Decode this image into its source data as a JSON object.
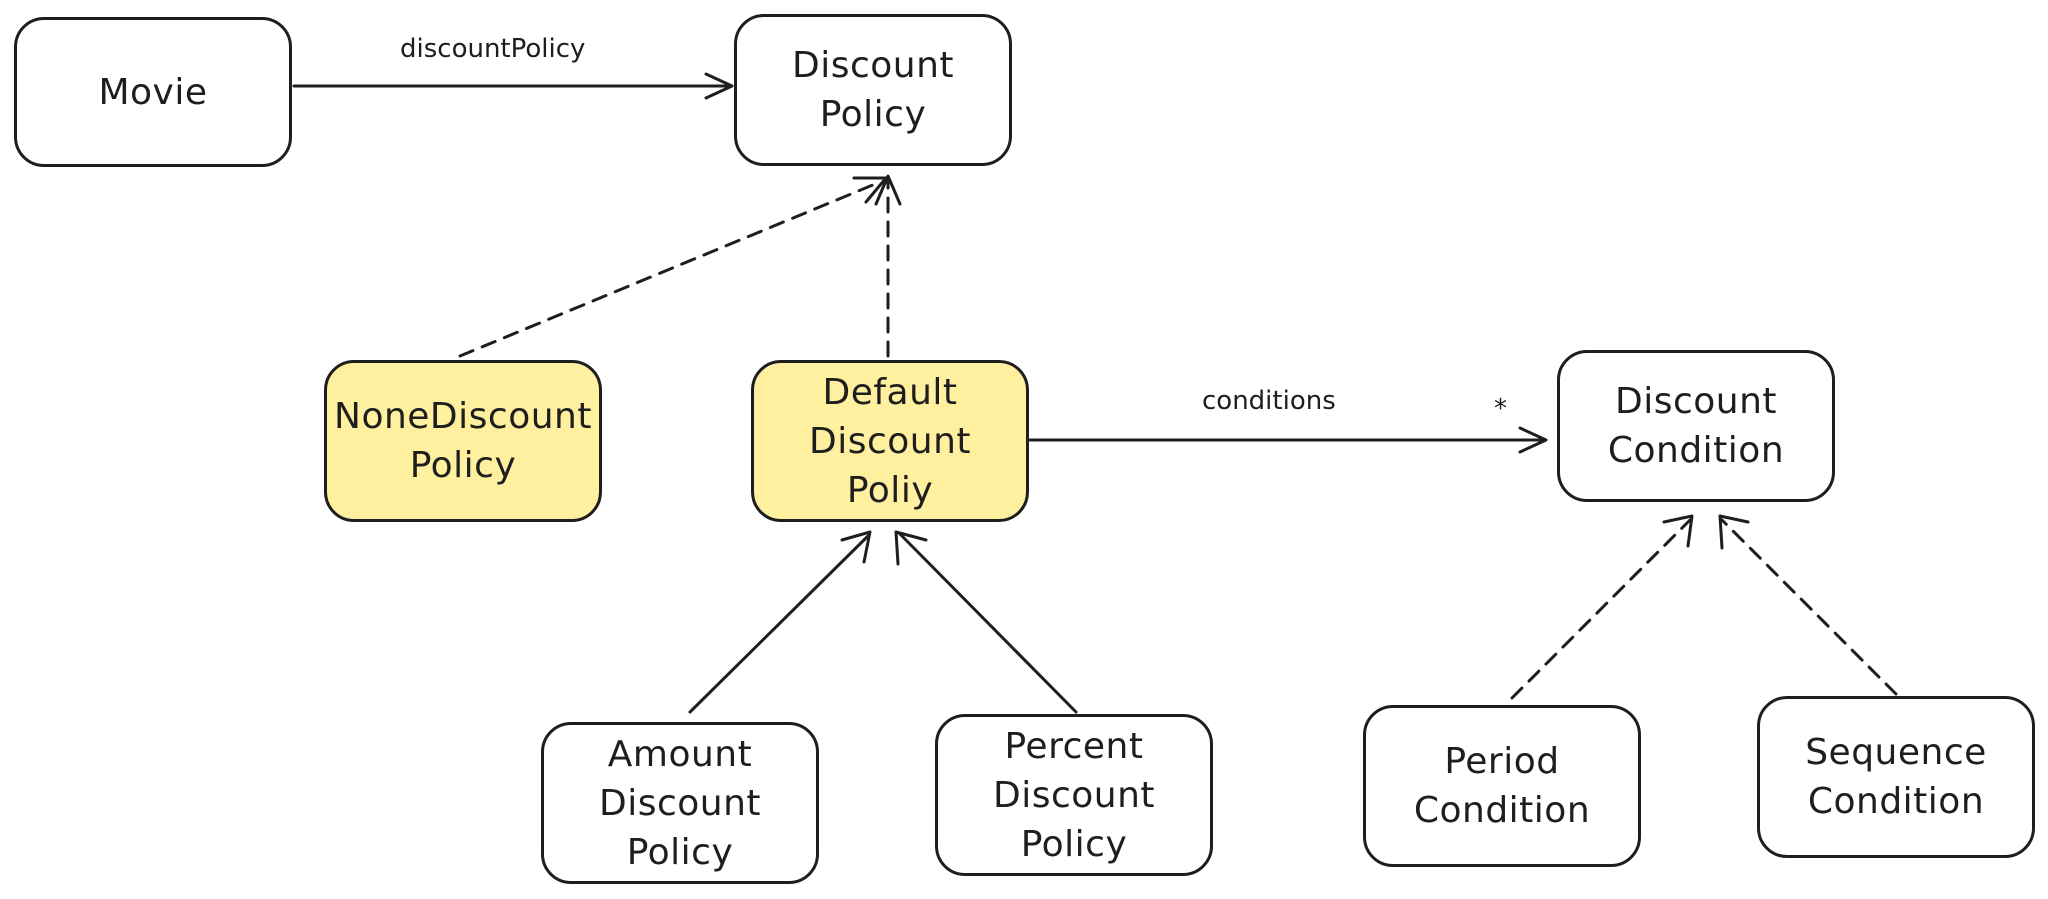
{
  "nodes": {
    "movie": {
      "label": "Movie"
    },
    "discount_policy": {
      "label": "Discount\nPolicy"
    },
    "none_discount_policy": {
      "label": "NoneDiscount\nPolicy"
    },
    "default_discount_policy": {
      "label": "Default\nDiscount\nPoliy"
    },
    "discount_condition": {
      "label": "Discount\nCondition"
    },
    "amount_discount_policy": {
      "label": "Amount\nDiscount\nPolicy"
    },
    "percent_discount_policy": {
      "label": "Percent\nDiscount\nPolicy"
    },
    "period_condition": {
      "label": "Period\nCondition"
    },
    "sequence_condition": {
      "label": "Sequence\nCondition"
    }
  },
  "edges": {
    "movie_to_discount_policy": {
      "label": "discountPolicy",
      "style": "solid"
    },
    "none_to_discount_policy": {
      "style": "dashed"
    },
    "default_to_discount_policy": {
      "style": "dashed"
    },
    "default_to_discount_condition": {
      "label": "conditions",
      "multiplicity": "*",
      "style": "solid"
    },
    "amount_to_default": {
      "style": "solid"
    },
    "percent_to_default": {
      "style": "solid"
    },
    "period_to_condition": {
      "style": "dashed"
    },
    "sequence_to_condition": {
      "style": "dashed"
    }
  },
  "colors": {
    "stroke": "#1e1e1e",
    "highlight_fill": "#fff0a0",
    "node_fill": "#ffffff"
  }
}
